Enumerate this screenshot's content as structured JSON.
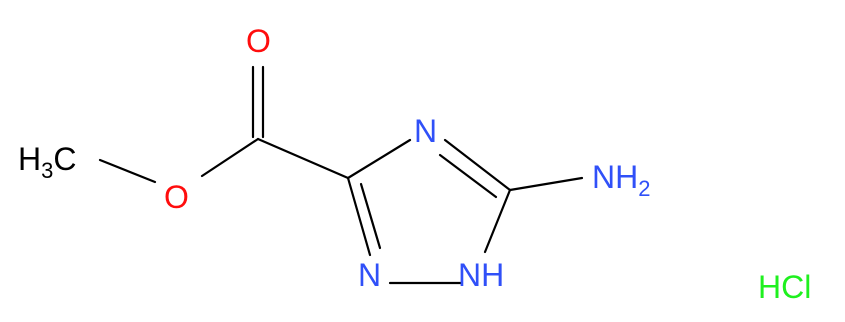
{
  "molecule": {
    "atoms": {
      "methyl": {
        "main": "H",
        "sub": "3",
        "tail": "C",
        "color": "#000000"
      },
      "ester_o": {
        "label": "O",
        "color": "#ff0d0d"
      },
      "carbonyl_o": {
        "label": "O",
        "color": "#ff0d0d"
      },
      "ring_n4": {
        "label": "N",
        "color": "#3050f8"
      },
      "ring_n2": {
        "label": "N",
        "color": "#3050f8"
      },
      "ring_n1h": {
        "label": "NH",
        "color": "#3050f8"
      },
      "amino": {
        "main": "NH",
        "sub": "2",
        "color": "#3050f8"
      }
    },
    "salt": {
      "label": "HCl",
      "color": "#1ff01f"
    },
    "bond_color": "#000000"
  }
}
